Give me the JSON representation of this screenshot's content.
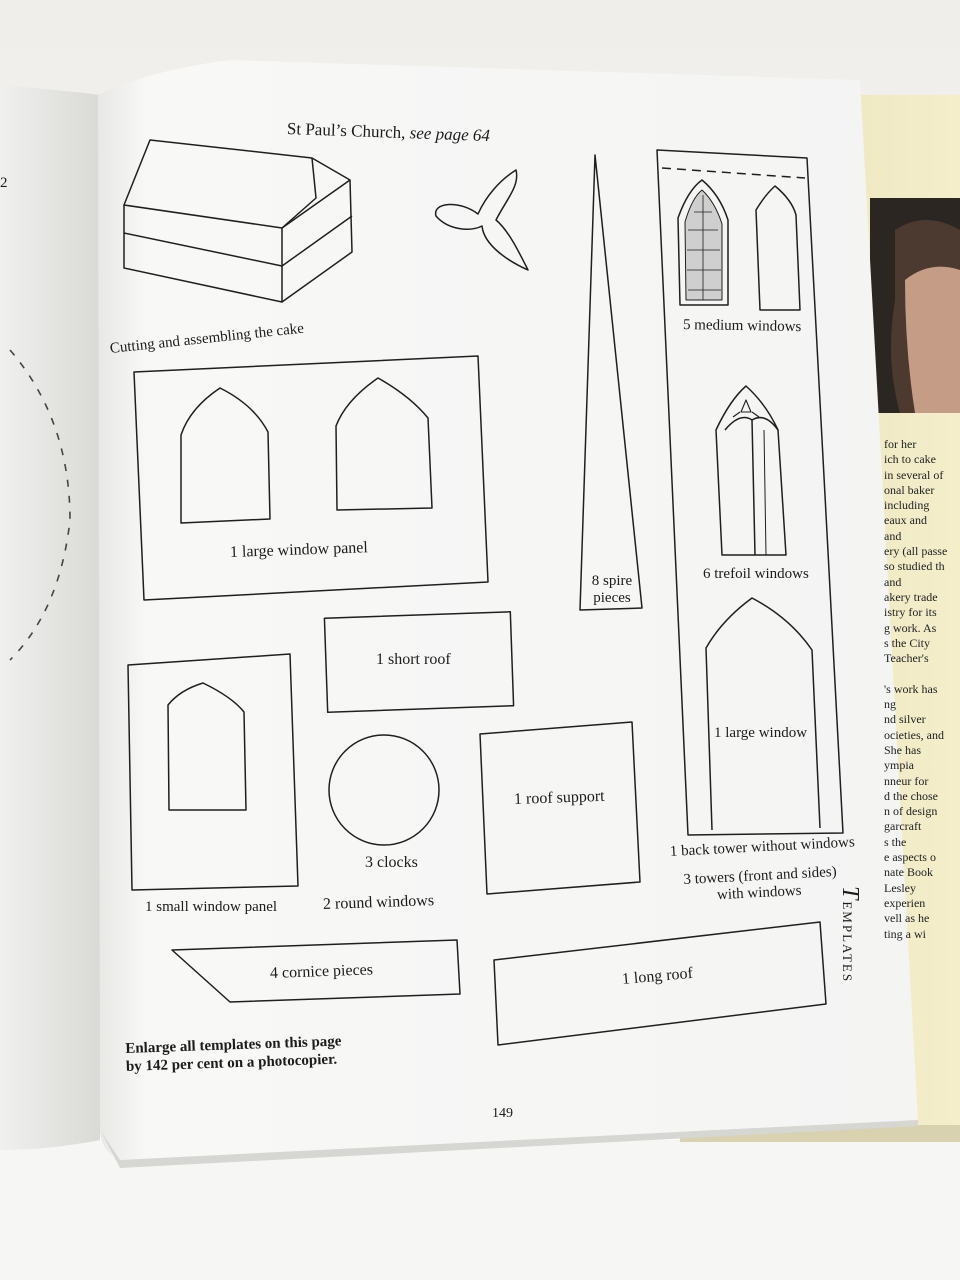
{
  "page": {
    "left_page_number_fragment": "2",
    "title_main": "St Paul’s Church, ",
    "title_ref": "see page 64",
    "subtitle": "Cutting and assembling the cake",
    "page_number": "149",
    "note_line1": "Enlarge all templates on this page",
    "note_line2": "by 142 per cent on a photocopier.",
    "section_initial": "T",
    "section_rest": "EMPLATES"
  },
  "templates": {
    "large_window_panel": "1 large window panel",
    "spire_line1": "8 spire",
    "spire_line2": "pieces",
    "medium_windows": "5 medium windows",
    "trefoil_windows": "6 trefoil windows",
    "large_window": "1 large window",
    "short_roof": "1 short roof",
    "small_window_panel": "1 small window panel",
    "clocks": "3 clocks",
    "round_windows": "2 round windows",
    "roof_support": "1 roof support",
    "back_tower": "1 back tower without windows",
    "towers_line1": "3 towers (front and sides)",
    "towers_line2": "with windows",
    "cornice_pieces": "4 cornice pieces",
    "long_roof": "1 long roof"
  },
  "side_page_fragments": [
    "for her",
    "ich to cake",
    "in several of",
    "onal baker",
    "including",
    "eaux and",
    "and",
    "ery (all passe",
    "so studied th",
    "and",
    "akery trade",
    "istry for its",
    "g work. As",
    "s the City",
    "Teacher's",
    "",
    "'s work has",
    "ng",
    "nd silver",
    "ocieties, and",
    "She has",
    "ympia",
    "nneur for",
    "d the chose",
    "n of design",
    "garcraft",
    "s the",
    "e aspects o",
    "nate Book",
    "Lesley",
    "experien",
    "vell as he",
    "ting a wi"
  ],
  "colors": {
    "paper": "#f7f7f7",
    "ink": "#1c1c1c",
    "cover": "#efe9c4"
  }
}
